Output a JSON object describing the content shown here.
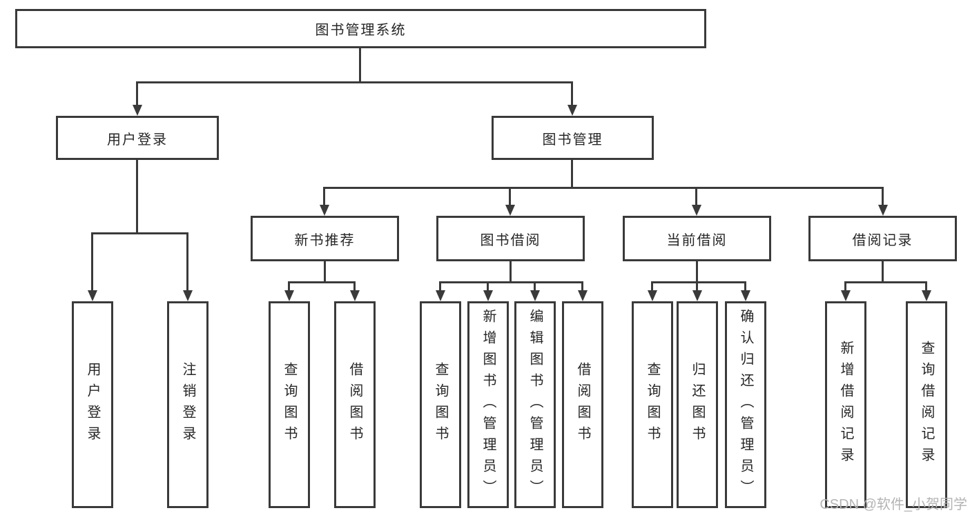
{
  "diagram": {
    "root": {
      "label": "图书管理系统"
    },
    "user_branch": {
      "label": "用户登录",
      "children": [
        {
          "label": "用户登录"
        },
        {
          "label": "注销登录"
        }
      ]
    },
    "management_branch": {
      "label": "图书管理",
      "groups": [
        {
          "label": "新书推荐",
          "children": [
            {
              "label": "查询图书"
            },
            {
              "label": "借阅图书"
            }
          ]
        },
        {
          "label": "图书借阅",
          "children": [
            {
              "label": "查询图书"
            },
            {
              "label": "新增图书（管理员）"
            },
            {
              "label": "编辑图书（管理员）"
            },
            {
              "label": "借阅图书"
            }
          ]
        },
        {
          "label": "当前借阅",
          "children": [
            {
              "label": "查询图书"
            },
            {
              "label": "归还图书"
            },
            {
              "label": "确认归还（管理员）"
            }
          ]
        },
        {
          "label": "借阅记录",
          "children": [
            {
              "label": "新增借阅记录"
            },
            {
              "label": "查询借阅记录"
            }
          ]
        }
      ]
    }
  },
  "watermark": {
    "text": "CSDN @软件_小贺同学"
  },
  "colors": {
    "line": "#3a3a3a",
    "text": "#262626",
    "background": "#ffffff",
    "watermark": "#b4b4b4"
  }
}
